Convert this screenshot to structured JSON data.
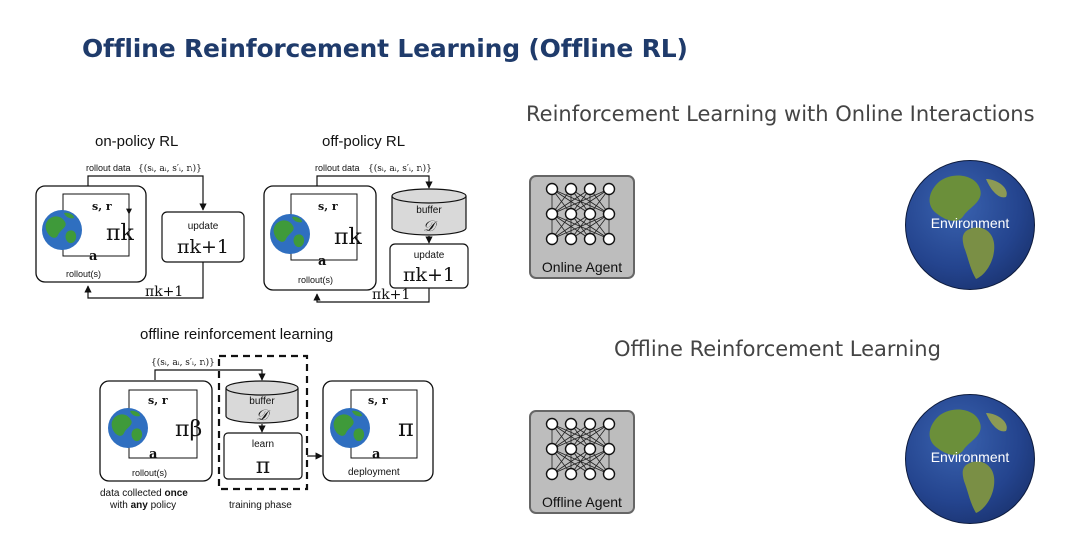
{
  "header": {
    "title": "Offline Reinforcement Learning (Offline RL)"
  },
  "diagram": {
    "on_policy": {
      "title": "on-policy RL",
      "rollout_data": "rollout data",
      "tuple": "{(sᵢ, aᵢ, s′ᵢ, rᵢ)}",
      "state_reward": "s, r",
      "policy": "πk",
      "action": "a",
      "rollouts": "rollout(s)",
      "update_label": "update",
      "update_policy": "πk+1",
      "feedback": "πk+1"
    },
    "off_policy": {
      "title": "off-policy RL",
      "rollout_data": "rollout data",
      "tuple": "{(sᵢ, aᵢ, s′ᵢ, rᵢ)}",
      "state_reward": "s, r",
      "policy": "πk",
      "action": "a",
      "rollouts": "rollout(s)",
      "buffer_label": "buffer",
      "buffer_symbol": "𝒟",
      "update_label": "update",
      "update_policy": "πk+1",
      "feedback": "πk+1"
    },
    "offline": {
      "title": "offline reinforcement learning",
      "tuple": "{(sᵢ, aᵢ, s′ᵢ, rᵢ)}",
      "state_reward": "s, r",
      "behavior_policy": "πβ",
      "action": "a",
      "rollouts": "rollout(s)",
      "caption_line1_pre": "data collected ",
      "caption_line1_bold": "once",
      "caption_line2_pre": "with ",
      "caption_line2_bold": "any",
      "caption_line2_post": " policy",
      "buffer_label": "buffer",
      "buffer_symbol": "𝒟",
      "learn_label": "learn",
      "learned_policy": "π",
      "training_phase": "training phase",
      "deploy_state_reward": "s, r",
      "deploy_policy": "π",
      "deploy_action": "a",
      "deployment": "deployment"
    }
  },
  "online_section": {
    "heading": "Reinforcement Learning with Online Interactions",
    "agent_label": "Online Agent",
    "environment_label": "Environment"
  },
  "offline_section": {
    "heading": "Offline Reinforcement Learning",
    "agent_label": "Offline Agent",
    "environment_label": "Environment"
  },
  "colors": {
    "title": "#1f3b6b",
    "agent_fill": "#bdbdbd",
    "ocean": "#2b4d9a",
    "land": "#6b8f3a"
  }
}
